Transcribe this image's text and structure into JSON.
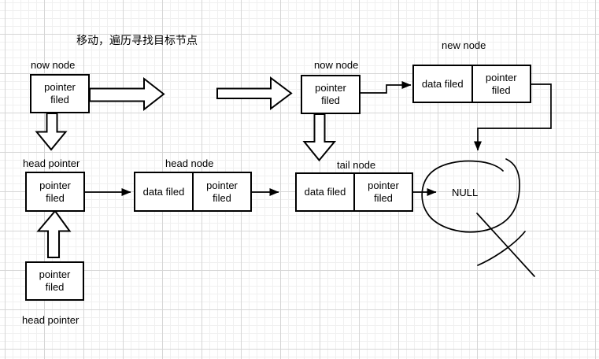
{
  "title": "移动，遍历寻找目标节点",
  "labels": {
    "now_node_left": "now node",
    "now_node_mid": "now node",
    "new_node": "new node",
    "head_pointer_top": "head pointer",
    "head_node": "head node",
    "tail_node": "tail node",
    "head_pointer_bottom": "head pointer",
    "null_value": "NULL"
  },
  "boxes": {
    "now_left": [
      "pointer filed"
    ],
    "now_mid": [
      "pointer filed"
    ],
    "new_node": [
      "data filed",
      "pointer filed"
    ],
    "head_pointer": [
      "pointer filed"
    ],
    "head_node": [
      "data filed",
      "pointer filed"
    ],
    "tail_node": [
      "data filed",
      "pointer filed"
    ],
    "bottom_pointer": [
      "pointer filed"
    ]
  },
  "icons": {
    "hollow_arrow_right": "⇨",
    "hollow_arrow_down": "⇩",
    "hollow_arrow_up": "⇧",
    "thin_arrow": "→"
  },
  "colors": {
    "stroke": "#000000",
    "shape_fill": "#ffffff",
    "grid_minor": "#f0f0f0",
    "grid_major": "#d6d6d6"
  }
}
